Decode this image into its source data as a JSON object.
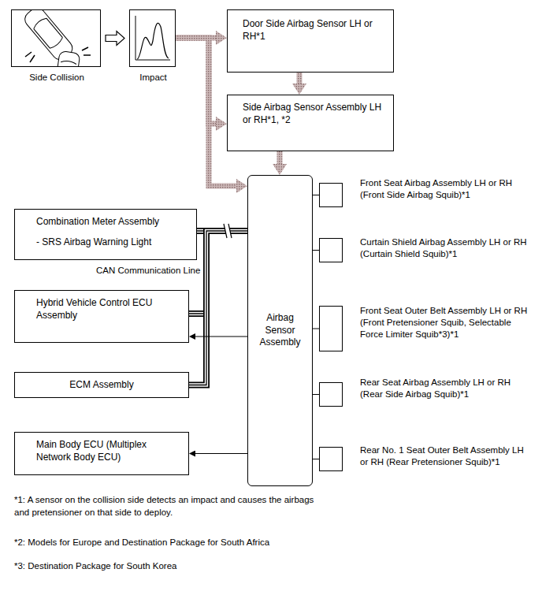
{
  "diagram": {
    "nodes": [
      {
        "text": [
          "Side Collision"
        ]
      },
      {
        "text": [
          "Impact"
        ]
      },
      {
        "text": [
          "Door Side Airbag Sensor LH or RH*1"
        ]
      },
      {
        "text": [
          "Side Airbag Sensor Assembly LH or RH*1, *2"
        ]
      },
      {
        "text": [
          "Combination Meter Assembly",
          "- SRS Airbag Warning Light"
        ]
      },
      {
        "text": [
          "Front Seat Airbag Assembly LH or RH (Front Side Airbag Squib)*1"
        ]
      },
      {
        "text": [
          "Curtain Shield Airbag Assembly LH or RH (Curtain Shield Squib)*1"
        ]
      },
      {
        "text": [
          "Hybrid Vehicle Control ECU Assembly"
        ]
      },
      {
        "text": [
          "Airbag Sensor Assembly"
        ]
      },
      {
        "text": [
          "Front Seat Outer Belt Assembly LH or RH (Front Pretensioner Squib, Selectable Force Limiter Squib*3)*1"
        ]
      },
      {
        "text": [
          "Rear Seat Airbag Assembly LH or RH (Rear Side Airbag Squib)*1"
        ]
      },
      {
        "text": [
          "ECM Assembly"
        ]
      },
      {
        "text": [
          "Main Body ECU (Multiplex Network Body ECU)"
        ]
      },
      {
        "text": [
          "Rear No. 1 Seat Outer Belt Assembly LH or RH (Rear Pretensioner Squib)*1"
        ]
      }
    ],
    "edges": [
      {
        "from": 0,
        "to": 1,
        "arrow": "to"
      },
      {
        "from": 1,
        "to": 2,
        "arrow": "to"
      },
      {
        "from": 1,
        "to": 3,
        "arrow": "to"
      },
      {
        "from": 1,
        "to": 8,
        "arrow": "to"
      },
      {
        "from": 2,
        "to": 3,
        "arrow": "to"
      },
      {
        "from": 3,
        "to": 8,
        "arrow": "to"
      },
      {
        "from": 4,
        "to": 8,
        "arrow": "none"
      },
      {
        "from": 7,
        "to": 8,
        "arrow": "none"
      },
      {
        "from": 11,
        "to": 8,
        "arrow": "none"
      },
      {
        "from": 8,
        "to": 7,
        "arrow": "to"
      },
      {
        "from": 8,
        "to": 12,
        "arrow": "to"
      },
      {
        "from": 8,
        "to": 5,
        "arrow": "none"
      },
      {
        "from": 8,
        "to": 6,
        "arrow": "none"
      },
      {
        "from": 8,
        "to": 9,
        "arrow": "none"
      },
      {
        "from": 8,
        "to": 10,
        "arrow": "none"
      },
      {
        "from": 8,
        "to": 13,
        "arrow": "none"
      }
    ],
    "labels": [
      "CAN Communication Line",
      "*1: A sensor on the collision side detects an impact and causes the airbags and pretensioner on that side to deploy.",
      "*2: Models for Europe and Destination Package for South Africa",
      "*3: Destination Package for South Korea"
    ]
  }
}
